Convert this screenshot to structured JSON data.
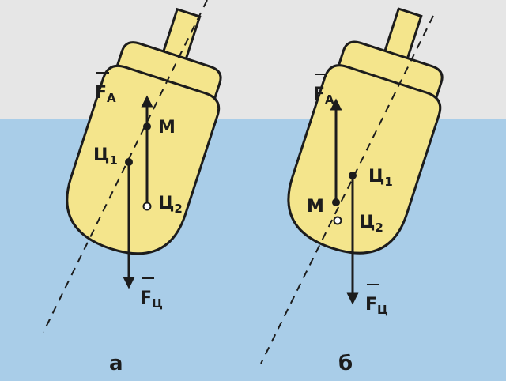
{
  "colors": {
    "paper": "#e6e6e6",
    "water": "#a9cde8",
    "body_fill": "#f4e58c",
    "ink": "#1c1c1c"
  },
  "panels": [
    {
      "id": "a",
      "caption": "а",
      "labels": {
        "fa": "F",
        "fa_sub": "A",
        "m": "М",
        "c1": "Ц",
        "c1_sub": "1",
        "c2": "Ц",
        "c2_sub": "2",
        "fc": "F",
        "fc_sub": "Ц"
      }
    },
    {
      "id": "b",
      "caption": "б",
      "labels": {
        "fa": "F",
        "fa_sub": "A",
        "m": "М",
        "c1": "Ц",
        "c1_sub": "1",
        "c2": "Ц",
        "c2_sub": "2",
        "fc": "F",
        "fc_sub": "Ц"
      }
    }
  ]
}
